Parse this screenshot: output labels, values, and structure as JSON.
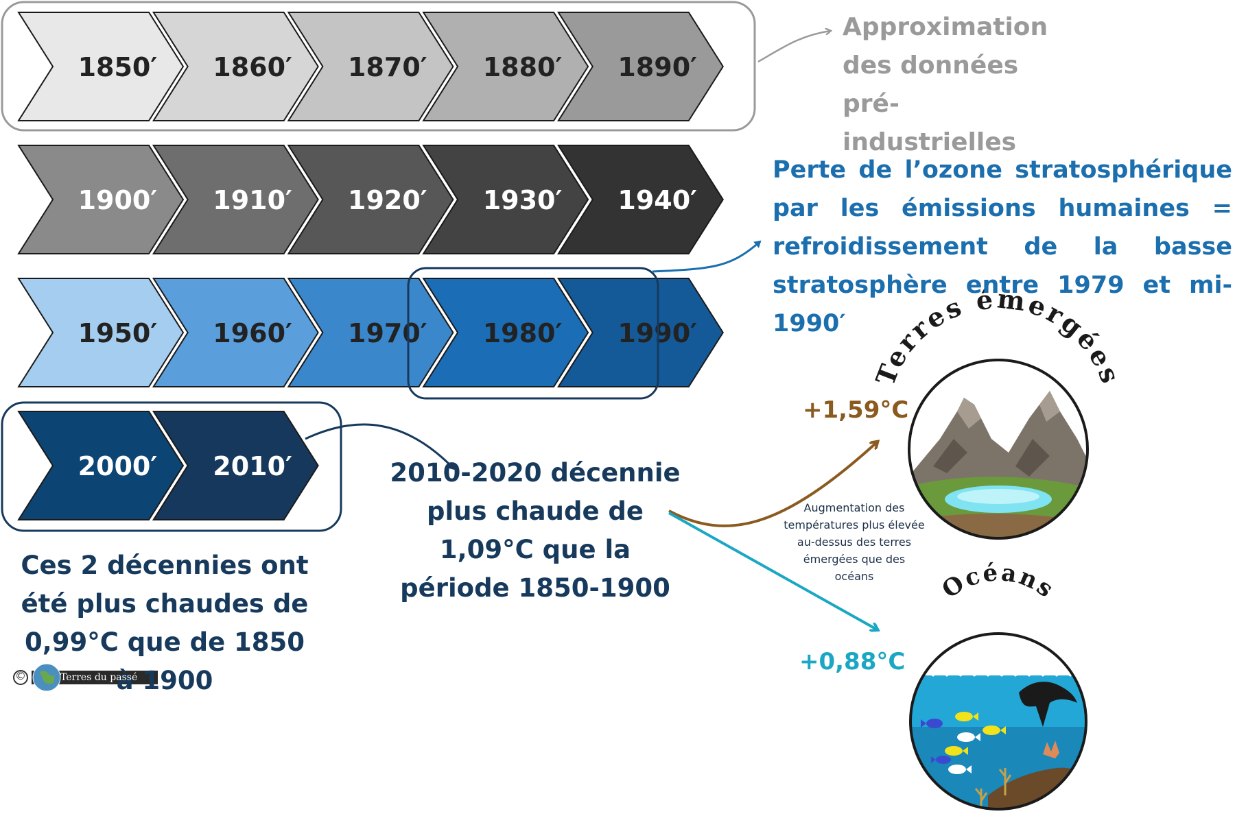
{
  "rows": [
    {
      "id": "row-1850",
      "decades": [
        {
          "label": "1850′",
          "fill": "#e8e8e8",
          "text": "#222222"
        },
        {
          "label": "1860′",
          "fill": "#d6d6d6",
          "text": "#222222"
        },
        {
          "label": "1870′",
          "fill": "#c4c4c4",
          "text": "#222222"
        },
        {
          "label": "1880′",
          "fill": "#b0b0b0",
          "text": "#222222"
        },
        {
          "label": "1890′",
          "fill": "#9a9a9a",
          "text": "#222222"
        }
      ]
    },
    {
      "id": "row-1900",
      "decades": [
        {
          "label": "1900′",
          "fill": "#8a8a8a",
          "text": "#ffffff"
        },
        {
          "label": "1910′",
          "fill": "#6e6e6e",
          "text": "#ffffff"
        },
        {
          "label": "1920′",
          "fill": "#575757",
          "text": "#ffffff"
        },
        {
          "label": "1930′",
          "fill": "#434343",
          "text": "#ffffff"
        },
        {
          "label": "1940′",
          "fill": "#333333",
          "text": "#ffffff"
        }
      ]
    },
    {
      "id": "row-1950",
      "decades": [
        {
          "label": "1950′",
          "fill": "#a4cdf0",
          "text": "#222222"
        },
        {
          "label": "1960′",
          "fill": "#5a9fdc",
          "text": "#222222"
        },
        {
          "label": "1970′",
          "fill": "#3a87cc",
          "text": "#222222"
        },
        {
          "label": "1980′",
          "fill": "#1b6db5",
          "text": "#222222"
        },
        {
          "label": "1990′",
          "fill": "#155a98",
          "text": "#222222"
        }
      ]
    },
    {
      "id": "row-2000",
      "decades": [
        {
          "label": "2000′",
          "fill": "#0c4474",
          "text": "#ffffff"
        },
        {
          "label": "2010′",
          "fill": "#15385c",
          "text": "#ffffff"
        }
      ]
    }
  ],
  "notes": {
    "approx": "Approximation des données pré-industrielles",
    "ozone": "Perte de l’ozone stratosphérique par les émissions humaines = refroidissement de la basse stratosphère entre 1979 et mi-1990′",
    "decade_2010_2020": "2010-2020 décennie plus chaude de 1,09°C que la période 1850-1900",
    "two_decades": "Ces 2 décennies ont été plus chaudes de 0,99°C que de 1850 à 1900",
    "temp_increase": "Augmentation des températures plus élevée au-dessus des terres émergées que des océans"
  },
  "land": {
    "title": "Terres émergées",
    "value": "+1,59°C",
    "color": "#8a5a1f"
  },
  "ocean": {
    "title": "Océans",
    "value": "+0,88°C",
    "color": "#1aa7c4"
  },
  "credit": {
    "symbol": "©",
    "text": "Terres du passé"
  },
  "colors": {
    "approx_frame": "#9a9a9a",
    "dark_blue": "#16395c",
    "ozone": "#1c6fae"
  }
}
